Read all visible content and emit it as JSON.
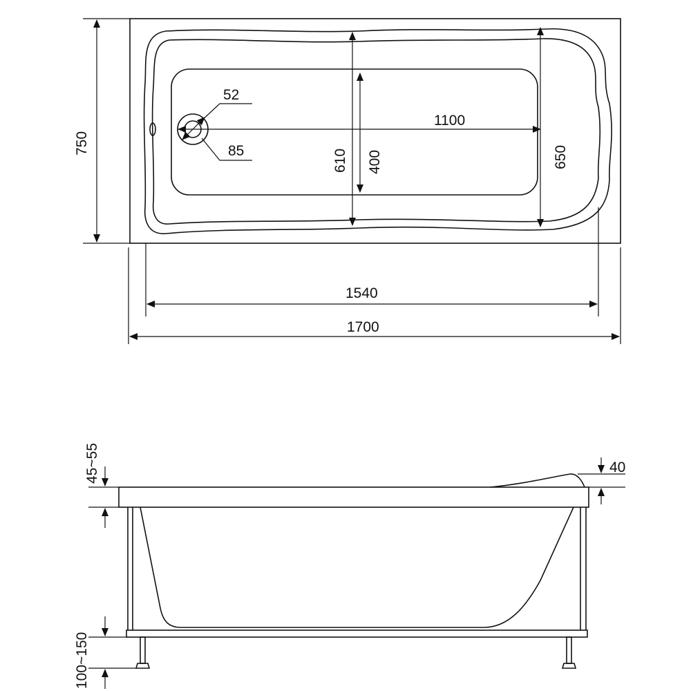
{
  "top_view": {
    "overall_width": "750",
    "inner_width": "610",
    "bottom_width": "400",
    "head_width": "650",
    "bottom_length": "1100",
    "drain_small": "52",
    "drain_large": "85",
    "rim_length": "1540",
    "overall_length": "1700"
  },
  "side_view": {
    "rim_thickness": "45~55",
    "headrest_height": "40",
    "leg_height": "100~150"
  },
  "colors": {
    "line": "#111111",
    "background": "#ffffff"
  }
}
